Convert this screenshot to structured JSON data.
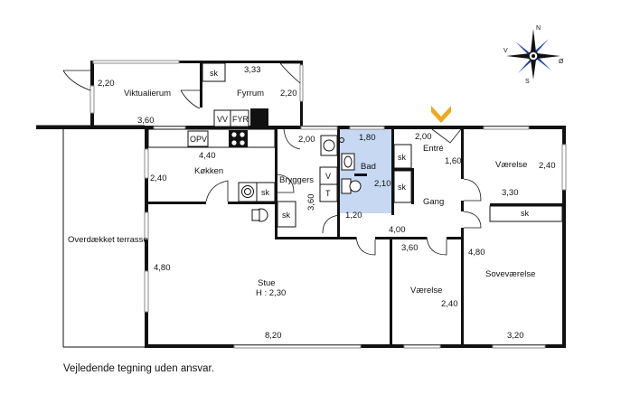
{
  "rooms": {
    "viktualierum": {
      "label": "Viktualierum",
      "dim_a": "2,20",
      "dim_b": "3,60"
    },
    "fyrrum": {
      "label": "Fyrrum",
      "dim_a": "3,33",
      "dim_b": "2,20",
      "sk": "sk",
      "vv": "VV",
      "fyr": "FYR"
    },
    "kokken": {
      "label": "Køkken",
      "dim_a": "4,40",
      "dim_b": "2,40",
      "opv": "OPV",
      "sk": "sk"
    },
    "bryggers": {
      "label": "Bryggers",
      "dim_a": "2,00",
      "dim_b": "3,60",
      "v": "V",
      "t": "T",
      "sk": "sk"
    },
    "bad": {
      "label": "Bad",
      "dim_a": "1,80",
      "dim_b": "2,10"
    },
    "entre": {
      "label": "Entré",
      "dim_a": "2,00",
      "dim_b": "1,60",
      "sk": "sk"
    },
    "gang": {
      "label": "Gang",
      "dim_a": "1,20",
      "dim_b": "4,00",
      "sk": "sk"
    },
    "vaerelse_top": {
      "label": "Værelse",
      "dim_a": "2,40",
      "dim_b": "3,30",
      "sk": "sk"
    },
    "stue": {
      "label": "Stue",
      "height": "H : 2,30",
      "dim_a": "4,80",
      "dim_b": "8,20"
    },
    "vaerelse_mid": {
      "label": "Værelse",
      "dim_a": "3,60",
      "dim_b": "2,40"
    },
    "sovevaerelse": {
      "label": "Soveværelse",
      "dim_a": "4,80",
      "dim_b": "3,20"
    },
    "terrasse": {
      "label": "Overdækket terrasse"
    }
  },
  "disclaimer": "Vejledende tegning uden ansvar.",
  "compass": {
    "n": "N",
    "s": "S",
    "e": "Ø",
    "w": "V"
  },
  "colors": {
    "wall": "#111111",
    "bath": "#c6d8f2",
    "entrance_marker": "#f0a81e",
    "window": "#8a8a8a"
  }
}
